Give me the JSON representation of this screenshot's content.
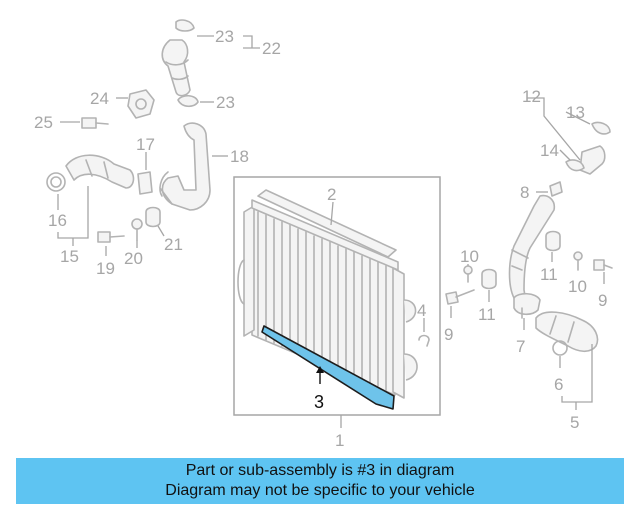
{
  "callouts": {
    "c1": "1",
    "c2": "2",
    "c3": "3",
    "c4": "4",
    "c5": "5",
    "c6": "6",
    "c7": "7",
    "c8": "8",
    "c9a": "9",
    "c9b": "9",
    "c10a": "10",
    "c10b": "10",
    "c11a": "11",
    "c11b": "11",
    "c12": "12",
    "c13": "13",
    "c14": "14",
    "c15": "15",
    "c16": "16",
    "c17": "17",
    "c18": "18",
    "c19": "19",
    "c20": "20",
    "c21": "21",
    "c22": "22",
    "c23a": "23",
    "c23b": "23",
    "c24": "24",
    "c25": "25"
  },
  "banner": {
    "line1": "Part or sub-assembly is #3 in diagram",
    "line2": "Diagram may not be specific to your vehicle"
  },
  "colors": {
    "highlight": "#6ec3ea",
    "banner": "#5ec4f2",
    "part_line": "#b3b3b3"
  }
}
